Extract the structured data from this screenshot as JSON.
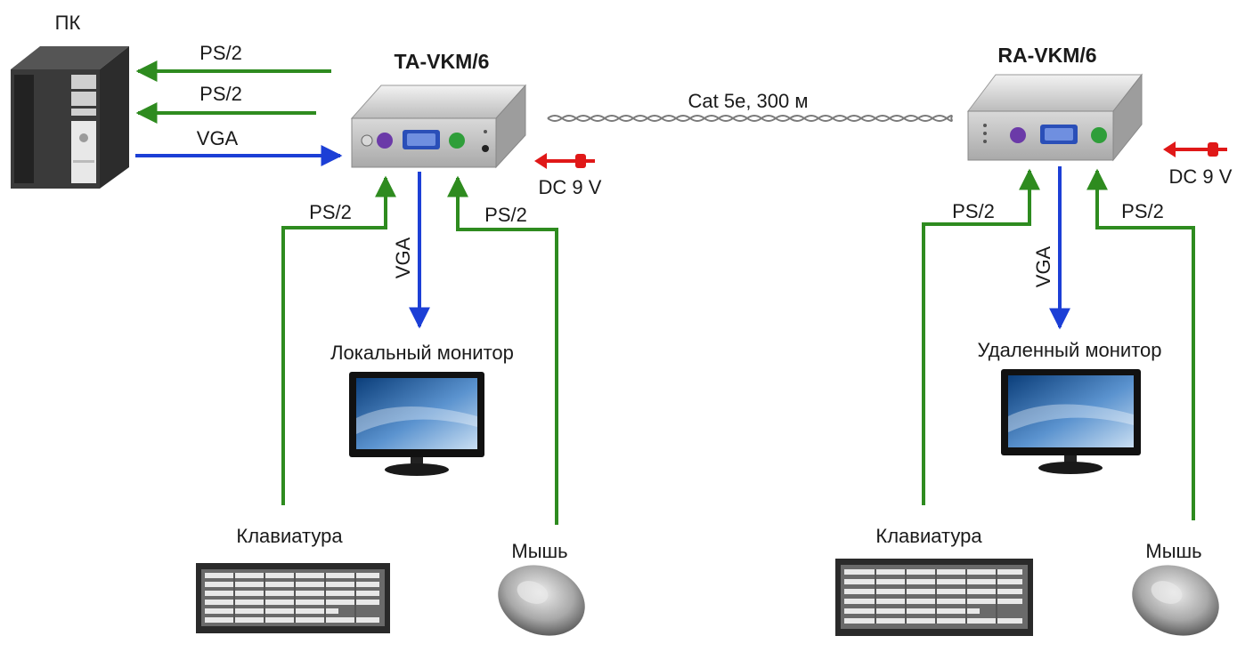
{
  "colors": {
    "ps2_arrow": "#2e8b1f",
    "vga_arrow": "#1c3fd6",
    "power_arrow": "#e01818",
    "cable": "#7a7a7a"
  },
  "pc": {
    "label": "ПК"
  },
  "left_host_links": {
    "ps2_top": "PS/2",
    "ps2_mid": "PS/2",
    "vga": "VGA"
  },
  "transmitter": {
    "title": "TA-VKM/6",
    "power": "DC 9 V",
    "keyboard_link": "PS/2",
    "mouse_link": "PS/2",
    "monitor_link": "VGA",
    "monitor_label": "Локальный монитор",
    "keyboard_label": "Клавиатура",
    "mouse_label": "Мышь"
  },
  "cable": {
    "label": "Cat 5e,  300 м"
  },
  "receiver": {
    "title": "RA-VKM/6",
    "power": "DC 9 V",
    "keyboard_link": "PS/2",
    "mouse_link": "PS/2",
    "monitor_link": "VGA",
    "monitor_label": "Удаленный монитор",
    "keyboard_label": "Клавиатура",
    "mouse_label": "Мышь"
  },
  "icons": {
    "pc": "pc-tower-icon",
    "extender": "kvm-extender-icon",
    "monitor": "monitor-icon",
    "keyboard": "keyboard-icon",
    "mouse": "mouse-icon",
    "power": "power-plug-icon"
  }
}
